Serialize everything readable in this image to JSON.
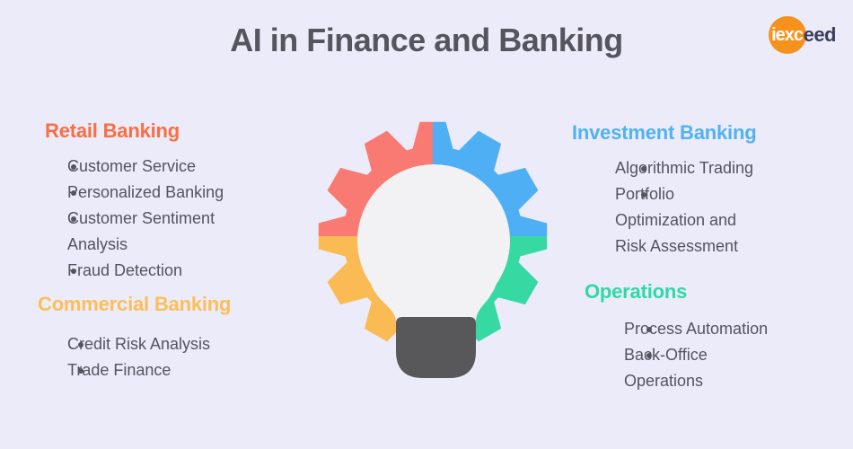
{
  "page": {
    "title": "AI in Finance and Banking",
    "background": "#ECEBFA",
    "title_color": "#56555E"
  },
  "logo": {
    "name": "iexceed",
    "text_inner": "iexc",
    "text_outer": "eed",
    "circle_color": "#F5921E",
    "text_color": "#3A3D5C"
  },
  "sections": [
    {
      "id": "retail",
      "title": "Retail Banking",
      "color": "#FA6E41",
      "items": [
        "Customer Service",
        "Personalized Banking",
        "Customer Sentiment\nAnalysis",
        "Fraud Detection"
      ]
    },
    {
      "id": "commercial",
      "title": "Commercial Banking",
      "color": "#FCBE57",
      "items": [
        "Credit Risk Analysis",
        "Trade Finance"
      ]
    },
    {
      "id": "investment",
      "title": "Investment Banking",
      "color": "#4FB2F2",
      "items": [
        "Algorithmic Trading",
        "Portfolio\nOptimization and\nRisk Assessment"
      ]
    },
    {
      "id": "operations",
      "title": "Operations",
      "color": "#2FD9A4",
      "items": [
        "Process Automation",
        "Back-Office\nOperations"
      ]
    }
  ],
  "illustration": {
    "name": "lightbulb-gear",
    "quadrant_colors": {
      "top_left": "#F97A72",
      "top_right": "#4FAFF5",
      "bottom_left": "#FABB54",
      "bottom_right": "#37D9A2"
    },
    "bulb_color": "#F2F2F5",
    "base_color": "#58575A"
  }
}
